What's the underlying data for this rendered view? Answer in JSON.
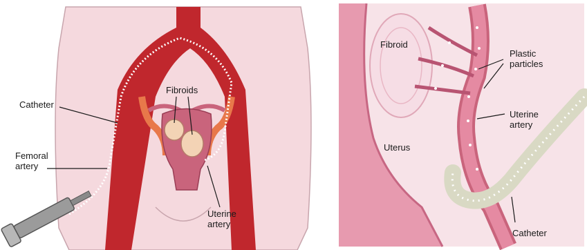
{
  "left_panel": {
    "labels": {
      "catheter": "Catheter",
      "femoral_artery": "Femoral\nartery",
      "fibroids": "Fibroids",
      "uterine_artery": "Uterine\nartery"
    }
  },
  "right_panel": {
    "labels": {
      "fibroid": "Fibroid",
      "plastic_particles": "Plastic\nparticles",
      "uterine_artery": "Uterine\nartery",
      "uterus": "Uterus",
      "catheter": "Catheter"
    }
  },
  "colors": {
    "skin": "#f5d9de",
    "artery": "#c0272d",
    "uterus": "#c9647c",
    "fibroid": "#f3d3b5",
    "catheter": "#dcdcc8",
    "tissue": "#e79aaf",
    "label_text": "#1a1a1a"
  },
  "icons": [
    "syringe-icon"
  ]
}
